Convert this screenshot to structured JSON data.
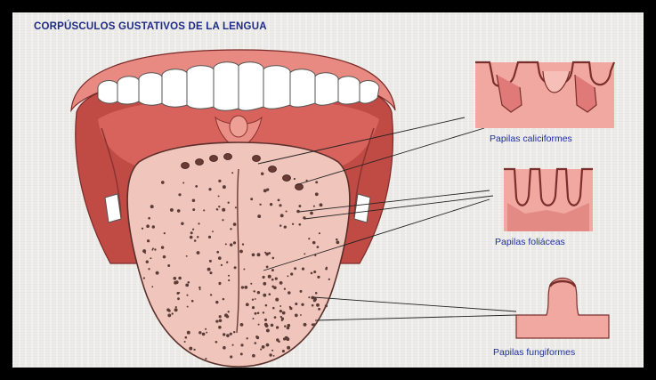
{
  "title": "CORPÚSCULOS GUSTATIVOS DE LA LENGUA",
  "labels": {
    "caliciformes": "Papilas caliciformes",
    "foliaceas": "Papilas foliáceas",
    "fungiformes": "Papilas fungiformes"
  },
  "colors": {
    "title": "#1e2a86",
    "label": "#1f2ea0",
    "tongue": "#f0c6bc",
    "tissue": "#e07a78",
    "mouth_dark": "#b8463f",
    "teeth": "#ffffff",
    "dots": "#5a3b36"
  }
}
